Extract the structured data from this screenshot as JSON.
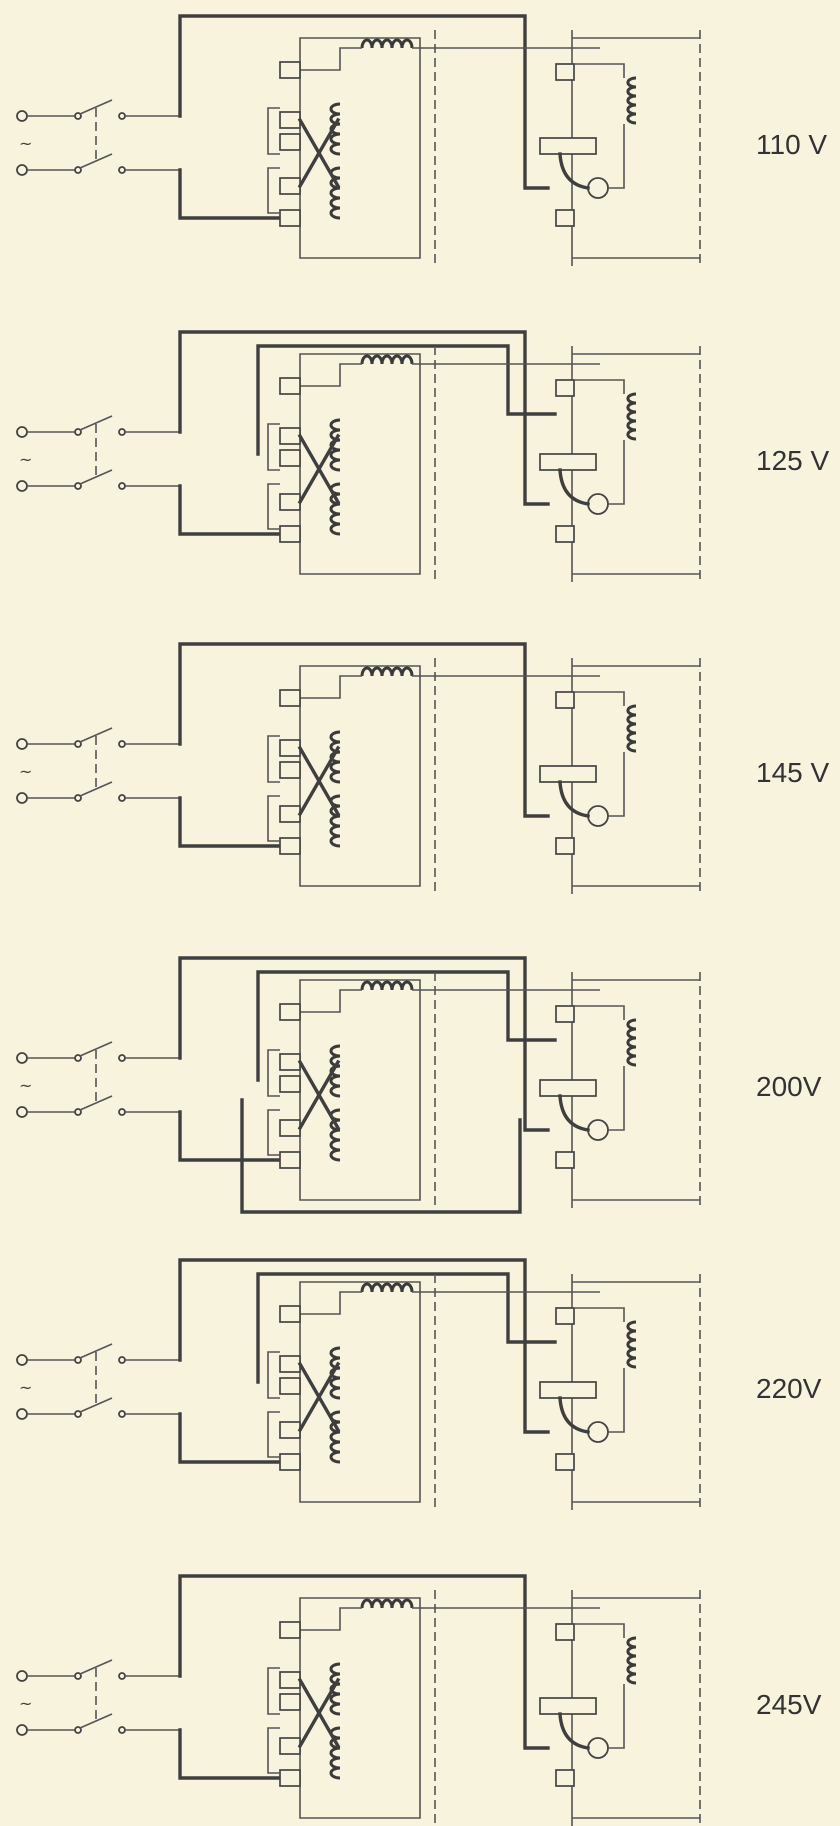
{
  "supply_symbol": "~",
  "panels": [
    {
      "id": "p1",
      "voltage": "110 V"
    },
    {
      "id": "p2",
      "voltage": "125 V"
    },
    {
      "id": "p3",
      "voltage": "145 V"
    },
    {
      "id": "p4",
      "voltage": "200V"
    },
    {
      "id": "p5",
      "voltage": "220V"
    },
    {
      "id": "p6",
      "voltage": "245V"
    }
  ],
  "colors": {
    "paper": "#f7f3dc",
    "ink": "#3f3f3f"
  }
}
